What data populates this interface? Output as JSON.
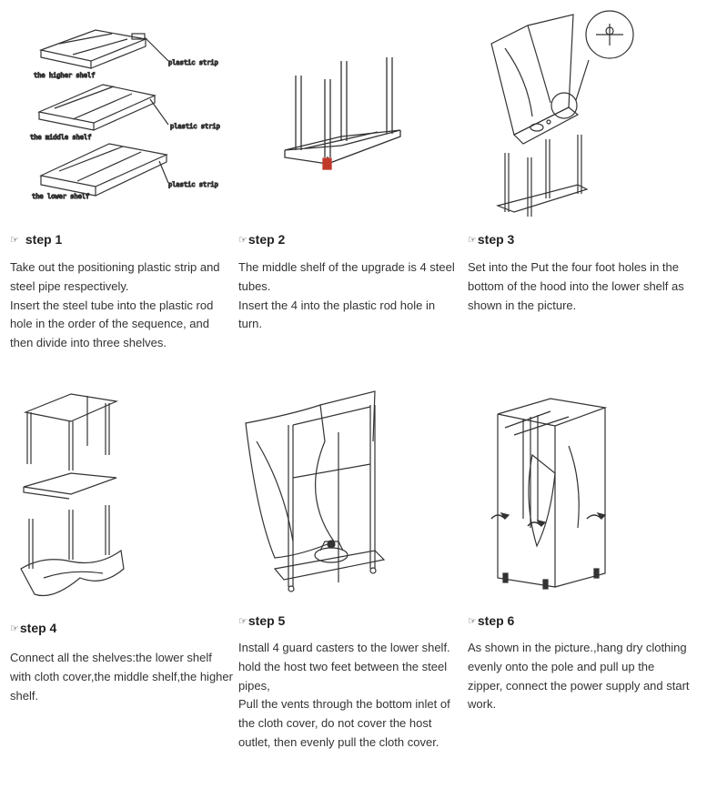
{
  "steps": [
    {
      "heading": "step 1",
      "lines": [
        "Take out the positioning plastic strip and steel pipe respectively.",
        "Insert the steel tube into the plastic rod hole in the order of the sequence, and then divide into three shelves."
      ],
      "diagram_labels": [
        "plastic strip",
        "the higher shelf",
        "plastic strip",
        "the middle shelf",
        "plastic strip",
        "the lower shelf"
      ]
    },
    {
      "heading": "step 2",
      "lines": [
        "The middle shelf of the upgrade is 4 steel tubes.",
        "Insert the 4 into the plastic rod hole in turn."
      ]
    },
    {
      "heading": "step 3",
      "lines": [
        "Set into the Put the four foot holes in the bottom of the hood into the lower shelf as shown in the picture."
      ]
    },
    {
      "heading": "step 4",
      "lines": [
        "Connect all the shelves:the lower shelf with cloth cover,the middle shelf,the higher shelf."
      ]
    },
    {
      "heading": "step 5",
      "lines": [
        "Install 4 guard casters to the lower shelf.",
        "hold the host two feet between the steel pipes,",
        "Pull the vents through the bottom inlet of the cloth cover, do not cover the host outlet, then evenly pull the cloth cover."
      ]
    },
    {
      "heading": "step 6",
      "lines": [
        "As shown in the picture.,hang dry clothing evenly onto the pole and pull up the zipper, connect the power supply and start work."
      ]
    }
  ],
  "icons": {
    "pointing_hand": "pointing-hand-icon"
  },
  "colors": {
    "text": "#333333",
    "heading": "#222222",
    "line_art": "#333333",
    "accent_red": "#c0392b"
  }
}
